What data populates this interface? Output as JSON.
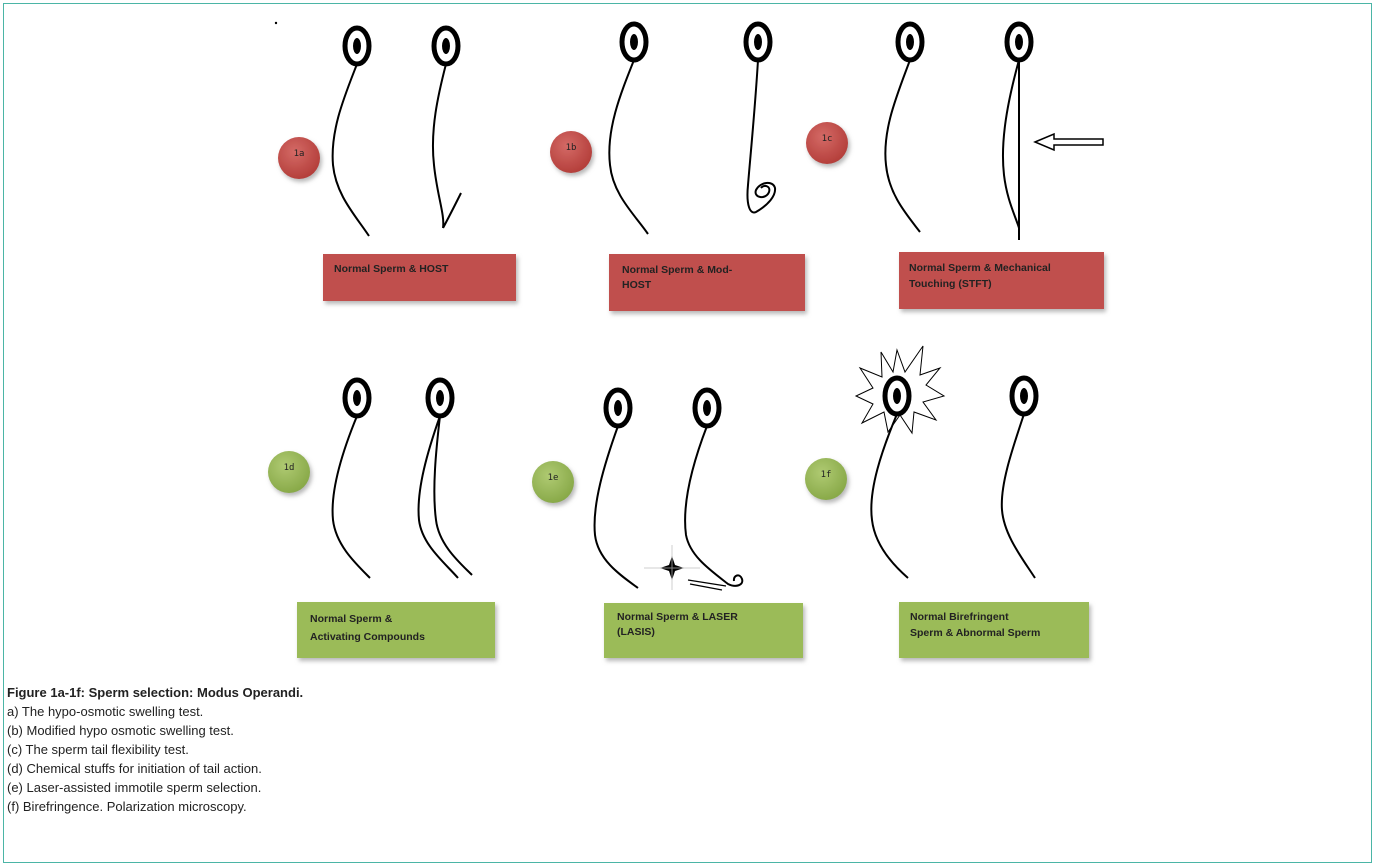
{
  "panels": [
    {
      "id": "1a",
      "label": "Normal Sperm & HOST",
      "lines": [
        "Normal Sperm & HOST"
      ],
      "color": "#c0504d"
    },
    {
      "id": "1b",
      "label": "Normal Sperm & Mod-HOST",
      "lines": [
        "Normal Sperm & Mod-",
        "HOST"
      ],
      "color": "#c0504d"
    },
    {
      "id": "1c",
      "label": "Normal Sperm & Mechanical Touching (STFT)",
      "lines": [
        "Normal Sperm & Mechanical",
        "Touching (STFT)"
      ],
      "color": "#c0504d"
    },
    {
      "id": "1d",
      "label": "Normal Sperm & Activating Compounds",
      "lines": [
        "Normal Sperm &",
        "Activating Compounds"
      ],
      "color": "#9bbb59"
    },
    {
      "id": "1e",
      "label": "Normal Sperm & LASER (LASIS)",
      "lines": [
        "Normal Sperm & LASER",
        "(LASIS)"
      ],
      "color": "#9bbb59"
    },
    {
      "id": "1f",
      "label": "Normal Birefringent Sperm & Abnormal Sperm",
      "lines": [
        "Normal Birefringent",
        "Sperm & Abnormal Sperm"
      ],
      "color": "#9bbb59"
    }
  ],
  "caption": {
    "title": "Figure 1a-1f: Sperm selection: Modus Operandi.",
    "lines": [
      "a) The hypo-osmotic swelling test.",
      "(b) Modified hypo osmotic swelling test.",
      "(c) The sperm tail flexibility test.",
      "(d) Chemical stuffs for initiation of tail action.",
      "(e) Laser-assisted immotile sperm selection.",
      "(f) Birefringence. Polarization microscopy."
    ]
  }
}
